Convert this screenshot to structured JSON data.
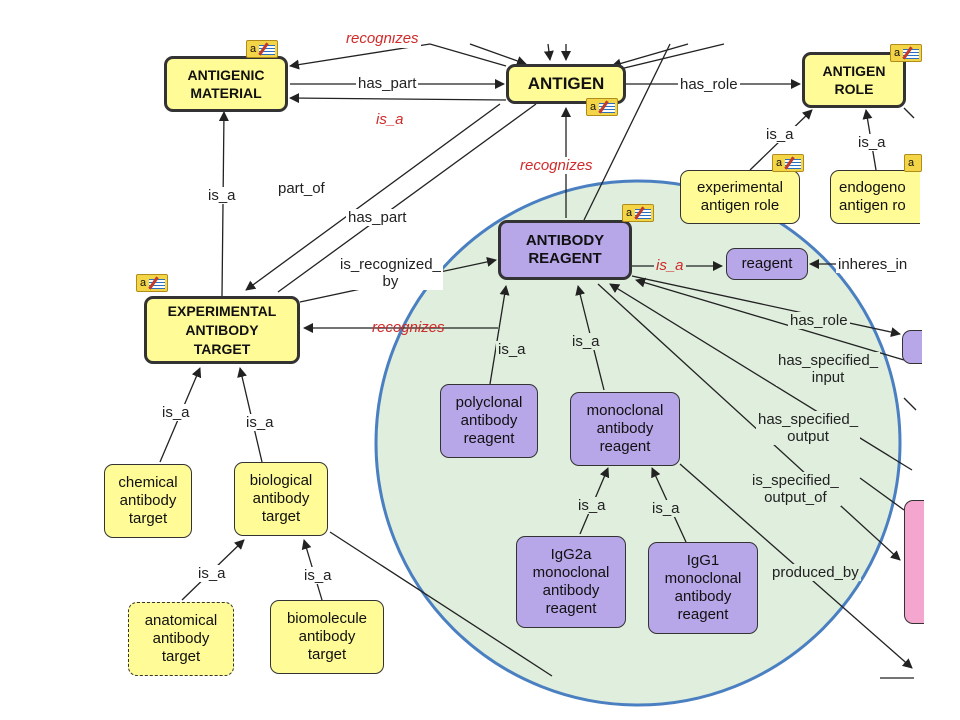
{
  "nodes": {
    "antigenic_material": "ANTIGENIC\nMATERIAL",
    "antigen": "ANTIGEN",
    "antigen_role": "ANTIGEN\nROLE",
    "experimental_antigen_role": "experimental\nantigen role",
    "endogenous_antigen_role": "endogeno\nantigen ro",
    "antibody_reagent": "ANTIBODY\nREAGENT",
    "reagent": "reagent",
    "experimental_antibody_target": "EXPERIMENTAL\nANTIBODY\nTARGET",
    "polyclonal": "polyclonal\nantibody\nreagent",
    "monoclonal": "monoclonal\nantibody\nreagent",
    "igg2a": "IgG2a\nmonoclonal\nantibody\nreagent",
    "igg1": "IgG1\nmonoclonal\nantibody\nreagent",
    "chemical_target": "chemical\nantibody\ntarget",
    "biological_target": "biological\nantibody\ntarget",
    "anatomical_target": "anatomical\nantibody\ntarget",
    "biomolecule_target": "biomolecule\nantibody\ntarget"
  },
  "links": {
    "recognizes_top": "recognizes",
    "has_part_top": "has_part",
    "is_a_red_top": "is_a",
    "has_role": "has_role",
    "is_a_exp_role": "is_a",
    "is_a_endo_role": "is_a",
    "recognizes_mid": "recognizes",
    "is_a_material": "is_a",
    "part_of": "part_of",
    "has_part_mid": "has_part",
    "is_recognized_by": "is_recognized_\nby",
    "is_a_reagent": "is_a",
    "inheres_in": "inheres_in",
    "recognizes_left": "recognizes",
    "has_role_2": "has_role",
    "has_specified_input": "has_specified_\ninput",
    "is_a_polyclonal": "is_a",
    "is_a_monoclonal": "is_a",
    "has_specified_output": "has_specified_\noutput",
    "is_a_chemical": "is_a",
    "is_a_biological": "is_a",
    "is_specified_output_of": "is_specified_\noutput_of",
    "is_a_igg2a": "is_a",
    "is_a_igg1": "is_a",
    "produced_by": "produced_by",
    "is_a_anatomical": "is_a",
    "is_a_biomolecule": "is_a"
  },
  "annotation_icon_letter": "a",
  "colors": {
    "yellow_node": "#fffb96",
    "purple_node": "#b7a6e8",
    "pink_node": "#f4a6cf",
    "circle_fill": "#dfeedd",
    "circle_stroke": "#4a7fc1",
    "link_red": "#d02a2a",
    "line": "#222222"
  }
}
